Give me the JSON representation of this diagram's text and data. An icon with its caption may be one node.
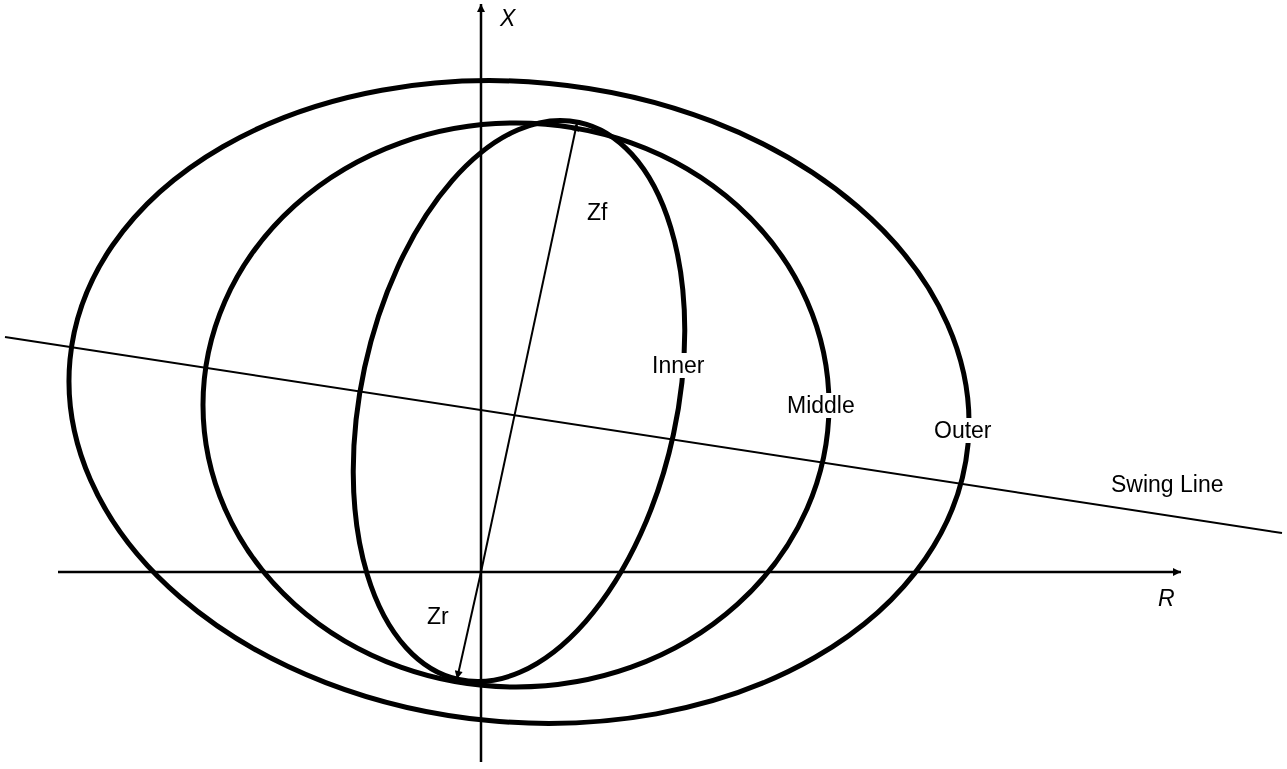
{
  "diagram": {
    "labels": [
      "X",
      "Zf",
      "Inner",
      "Middle",
      "Outer",
      "Swing Line",
      "R",
      "Zr"
    ]
  }
}
